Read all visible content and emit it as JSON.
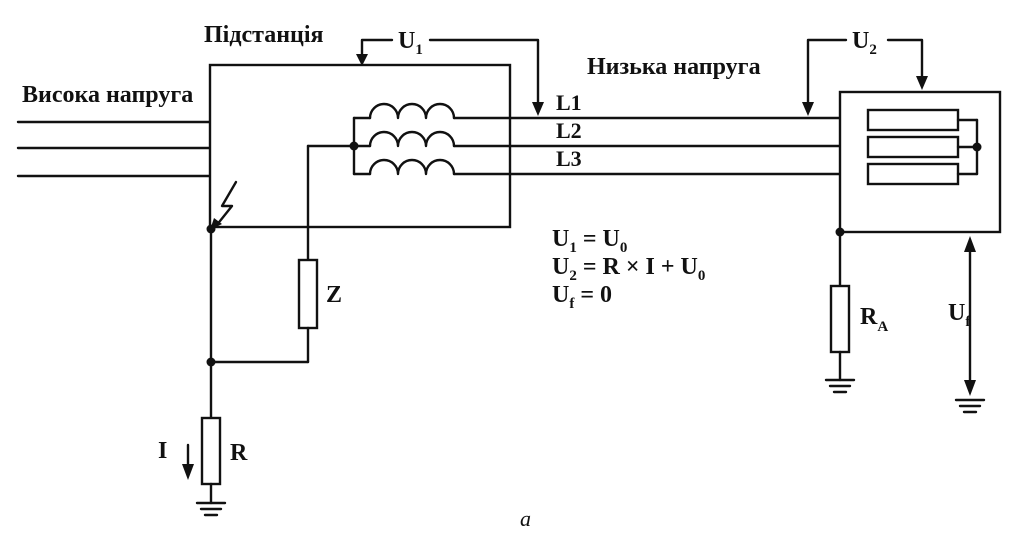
{
  "labels": {
    "substation": "Підстанція",
    "high_voltage": "Висока напруга",
    "low_voltage": "Низька напруга",
    "l1": "L1",
    "l2": "L2",
    "l3": "L3",
    "z": "Z",
    "r": "R",
    "current": "I",
    "ra_main": "R",
    "ra_sub": "A",
    "u1_main": "U",
    "u1_sub": "1",
    "u2_main": "U",
    "u2_sub": "2",
    "uf_main": "U",
    "uf_sub": "f"
  },
  "equations": {
    "eq1": {
      "lhs": "U",
      "lhs_sub": "1",
      "rhs": " = U",
      "rhs_sub": "0",
      "tail": ""
    },
    "eq2": {
      "lhs": "U",
      "lhs_sub": "2",
      "rhs": " = R × I + U",
      "rhs_sub": "0",
      "tail": ""
    },
    "eq3": {
      "lhs": "U",
      "lhs_sub": "f",
      "rhs": "  = 0",
      "rhs_sub": "",
      "tail": ""
    }
  },
  "caption": "a"
}
